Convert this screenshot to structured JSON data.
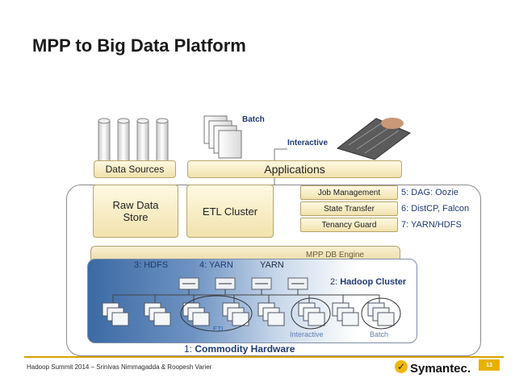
{
  "slide": {
    "title": "MPP to Big Data Platform",
    "footer": "Hadoop Summit 2014 – Srinivas Nimmagadda & Roopesh Varier",
    "page_number": "13",
    "logo_text": "Symantec."
  },
  "top": {
    "batch_label": "Batch",
    "interactive_label": "Interactive",
    "data_sources": "Data Sources",
    "applications": "Applications"
  },
  "boxes": {
    "raw_data_store_line1": "Raw Data",
    "raw_data_store_line2": "Store",
    "etl_cluster": "ETL Cluster",
    "job_management": "Job Management",
    "state_transfer": "State Transfer",
    "tenancy_guard": "Tenancy Guard",
    "mpp_engine": "MPP DB Engine"
  },
  "labels": {
    "hdfs": "3: HDFS",
    "yarn": "4: YARN",
    "yarn_small": "YARN",
    "hadoop_cluster_num": "2: ",
    "hadoop_cluster": "Hadoop Cluster",
    "etl": "ETL",
    "interactive": "Interactive",
    "batch": "Batch",
    "commodity_num": "1: ",
    "commodity": "Commodity Hardware"
  },
  "legend": {
    "item5": "5: DAG: Oozie",
    "item6": "6: DistCP, Falcon",
    "item7": "7: YARN/HDFS"
  },
  "colors": {
    "label_blue": "#1f3b73",
    "arrow_blue": "#3a74c0",
    "accent_gold": "#e8b000"
  }
}
